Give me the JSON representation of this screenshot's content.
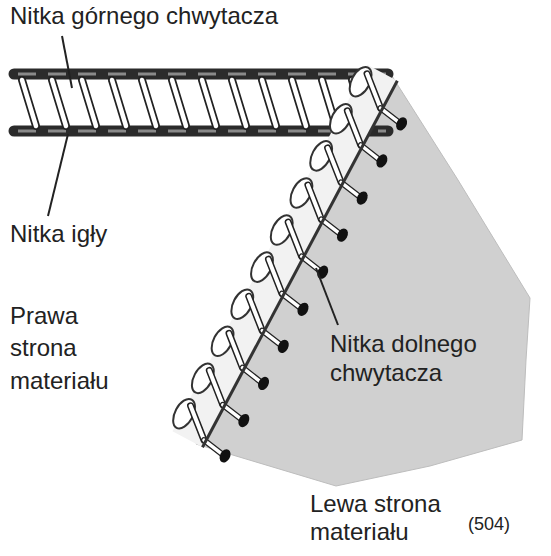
{
  "diagram": {
    "labels": [
      "Nitka górnego chwytacza",
      "Nitka igły",
      "Prawa strona materiału",
      "Nitka dolnego chwytacza",
      "Lewa strona materiału",
      "(504)"
    ]
  }
}
